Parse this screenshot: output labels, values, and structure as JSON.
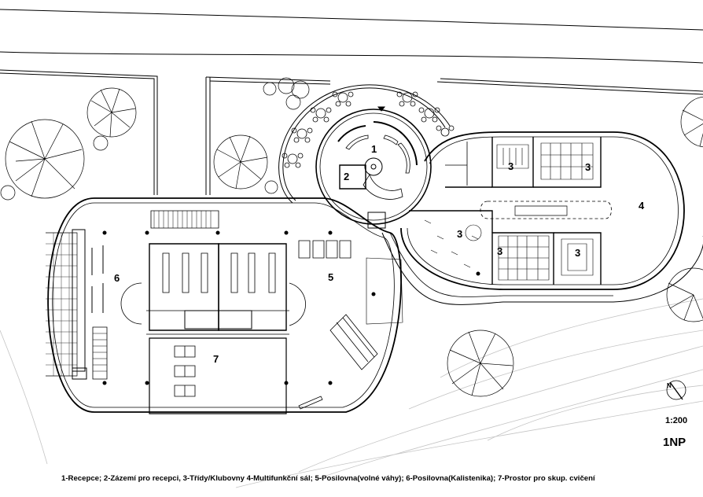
{
  "room_labels": {
    "r1": "1",
    "r2": "2",
    "r3a": "3",
    "r3b": "3",
    "r3c": "3",
    "r3d": "3",
    "r3e": "3",
    "r4": "4",
    "r5": "5",
    "r6": "6",
    "r7": "7"
  },
  "scale": "1:200",
  "floor": "1NP",
  "north": "N",
  "legend": "1-Recepce; 2-Zázemí pro recepci, 3-Třídy/Klubovny 4-Multifunkční sál; 5-Posilovna(volné váhy); 6-Posilovna(Kalistenika); 7-Prostor pro skup. cvičení",
  "colors": {
    "line": "#000000",
    "site_line": "#b8b8b8",
    "background": "#ffffff"
  }
}
